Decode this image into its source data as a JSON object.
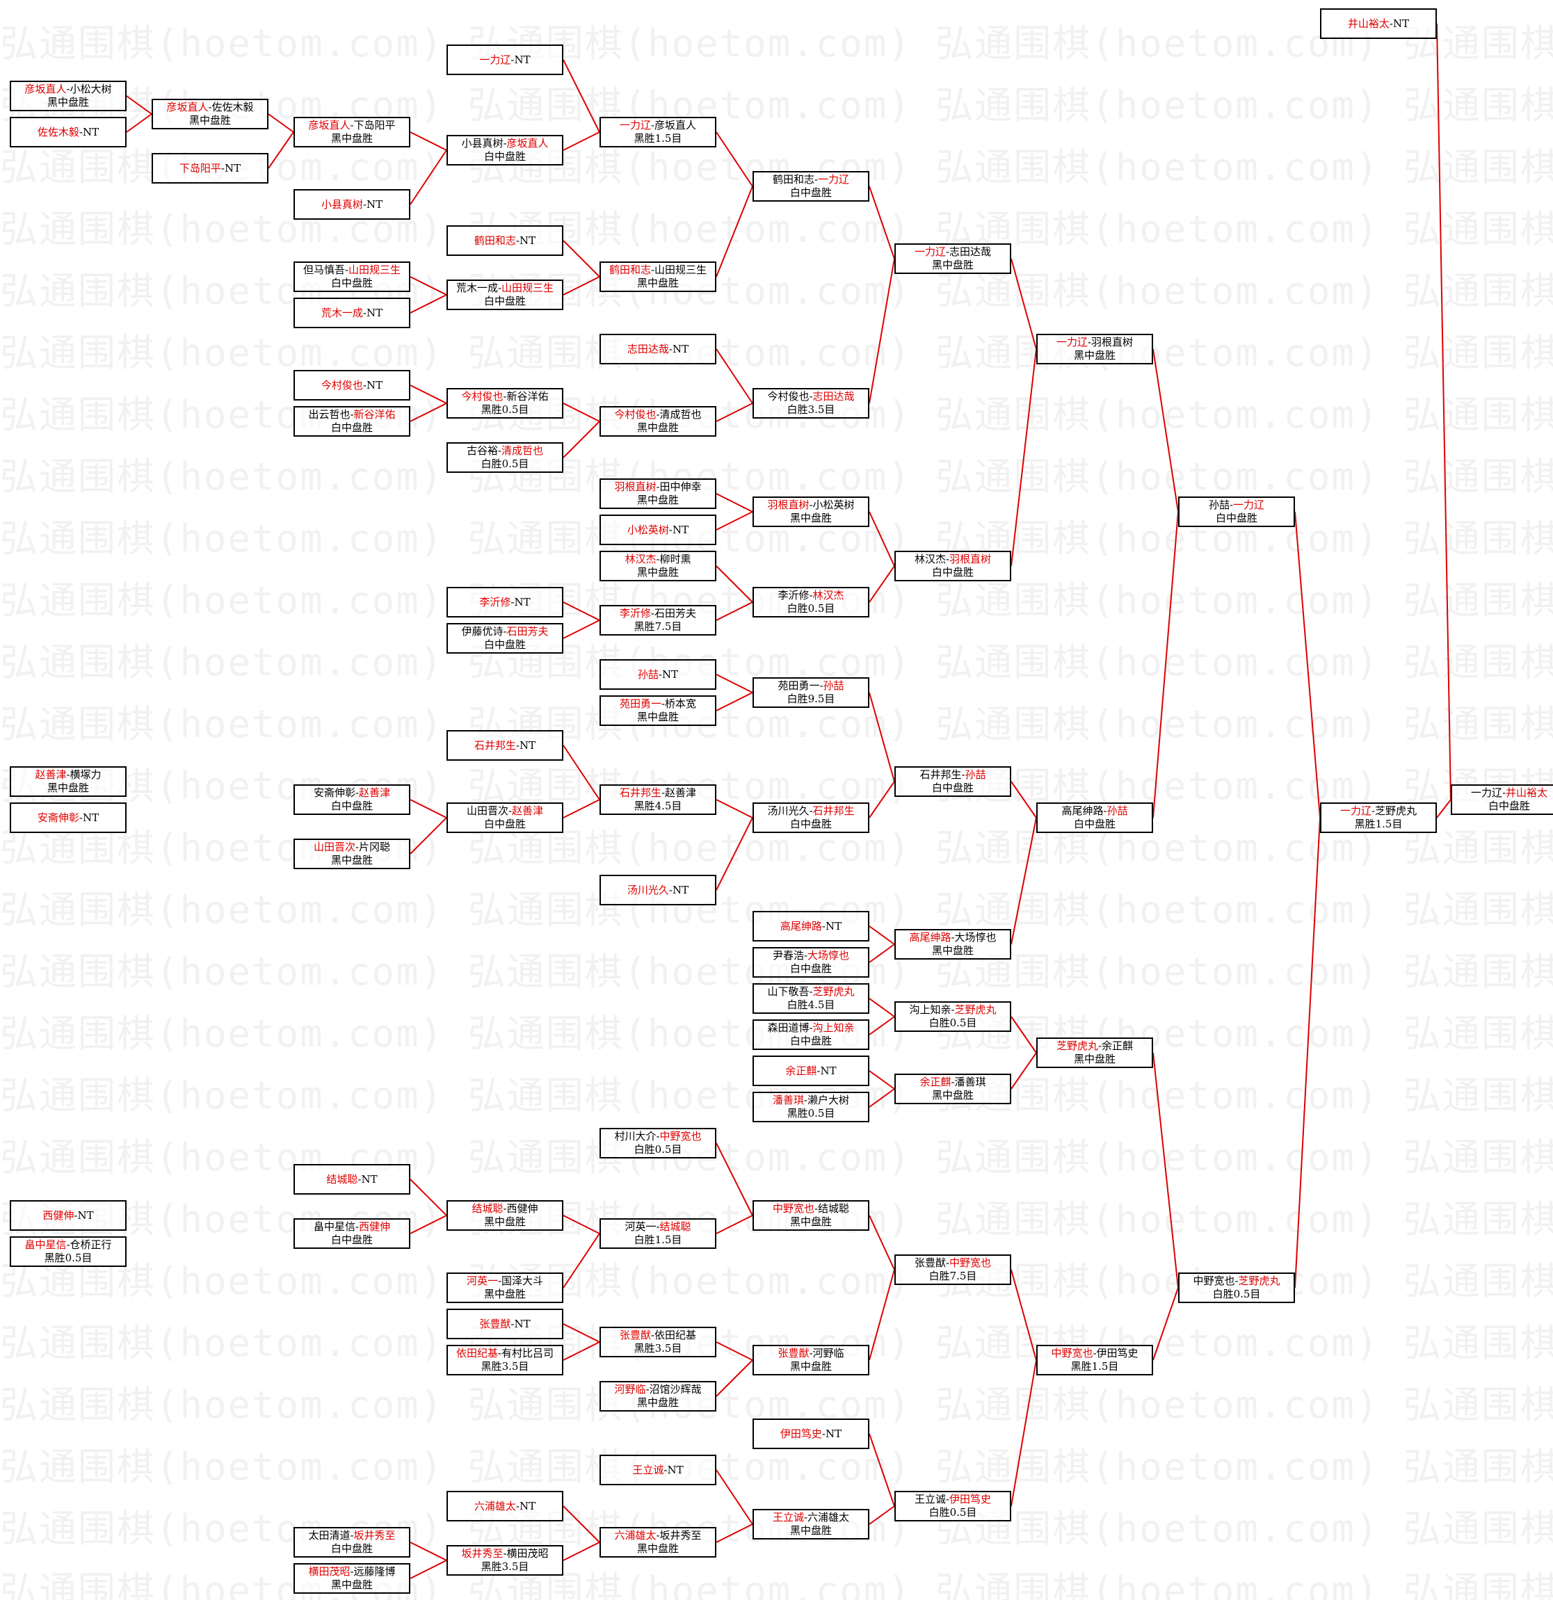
{
  "watermark": "弘通围棋(hoetom.com)",
  "colors": {
    "line": "#dd0000",
    "winner": "#e00000",
    "box_border": "#000000"
  },
  "matches": {
    "r1_1": {
      "a": "彦坂直人",
      "sep": "-",
      "b": "小松大树",
      "winner": "a",
      "result": "黑中盘胜"
    },
    "r1_2": {
      "a": "佐佐木毅",
      "sep": "-",
      "b": "NT",
      "winner": "a",
      "result": ""
    },
    "r1_3": {
      "a": "赵善津",
      "sep": "-",
      "b": "横塚力",
      "winner": "a",
      "result": "黑中盘胜"
    },
    "r1_4": {
      "a": "安斋伸彰",
      "sep": "-",
      "b": "NT",
      "winner": "a",
      "result": ""
    },
    "r1_5": {
      "a": "西健伸",
      "sep": "-",
      "b": "NT",
      "winner": "a",
      "result": ""
    },
    "r1_6": {
      "a": "畠中星信",
      "sep": "-",
      "b": "仓桥正行",
      "winner": "a",
      "result": "黑胜0.5目"
    },
    "r2_1": {
      "a": "彦坂直人",
      "sep": "-",
      "b": "佐佐木毅",
      "winner": "a",
      "result": "黑中盘胜"
    },
    "r2_2": {
      "a": "下岛阳平",
      "sep": "-",
      "b": "NT",
      "winner": "a",
      "result": ""
    },
    "r2_3": {
      "a": "赵善津",
      "sep": "-",
      "b": "横塚力",
      "winner": "a",
      "result": "黑中盘胜"
    },
    "r2_4": {
      "a": "安斋伸彰",
      "sep": "-",
      "b": "NT",
      "winner": "a",
      "result": ""
    },
    "r2_5": {
      "a": "西健伸",
      "sep": "-",
      "b": "NT",
      "winner": "a",
      "result": ""
    },
    "r2_6": {
      "a": "畠中星信",
      "sep": "-",
      "b": "仓桥正行",
      "winner": "a",
      "result": "黑胜0.5目"
    },
    "r3_1": {
      "a": "彦坂直人",
      "sep": "-",
      "b": "下岛阳平",
      "winner": "a",
      "result": "黑中盘胜"
    },
    "r3_2": {
      "a": "小县真树",
      "sep": "-",
      "b": "NT",
      "winner": "a",
      "result": ""
    },
    "r3_3": {
      "a": "但马慎吾",
      "sep": "-",
      "b": "山田规三生",
      "winner": "b",
      "result": "白中盘胜"
    },
    "r3_4": {
      "a": "荒木一成",
      "sep": "-",
      "b": "NT",
      "winner": "a",
      "result": ""
    },
    "r3_5": {
      "a": "今村俊也",
      "sep": "-",
      "b": "NT",
      "winner": "a",
      "result": ""
    },
    "r3_6": {
      "a": "出云哲也",
      "sep": "-",
      "b": "新谷洋佑",
      "winner": "b",
      "result": "白中盘胜"
    },
    "r3_7": {
      "a": "安斋伸彰",
      "sep": "-",
      "b": "赵善津",
      "winner": "b",
      "result": "白中盘胜"
    },
    "r3_8": {
      "a": "山田晋次",
      "sep": "-",
      "b": "片冈聪",
      "winner": "a",
      "result": "黑中盘胜"
    },
    "r3_9": {
      "a": "结城聪",
      "sep": "-",
      "b": "NT",
      "winner": "a",
      "result": ""
    },
    "r3_10": {
      "a": "畠中星信",
      "sep": "-",
      "b": "西健伸",
      "winner": "b",
      "result": "白中盘胜"
    },
    "r3_11": {
      "a": "太田清道",
      "sep": "-",
      "b": "坂井秀至",
      "winner": "b",
      "result": "白中盘胜"
    },
    "r3_12": {
      "a": "横田茂昭",
      "sep": "-",
      "b": "远藤隆博",
      "winner": "a",
      "result": "黑中盘胜"
    },
    "r4_1": {
      "a": "一力辽",
      "sep": "-",
      "b": "NT",
      "winner": "a",
      "result": ""
    },
    "r4_2": {
      "a": "小县真树",
      "sep": "-",
      "b": "彦坂直人",
      "winner": "b",
      "result": "白中盘胜"
    },
    "r4_3": {
      "a": "鹤田和志",
      "sep": "-",
      "b": "NT",
      "winner": "a",
      "result": ""
    },
    "r4_4": {
      "a": "荒木一成",
      "sep": "-",
      "b": "山田规三生",
      "winner": "b",
      "result": "白中盘胜"
    },
    "r4_5": {
      "a": "今村俊也",
      "sep": "-",
      "b": "新谷洋佑",
      "winner": "a",
      "result": "黑胜0.5目"
    },
    "r4_6": {
      "a": "古谷裕",
      "sep": "-",
      "b": "清成哲也",
      "winner": "b",
      "result": "白胜0.5目"
    },
    "r4_7": {
      "a": "李沂修",
      "sep": "-",
      "b": "NT",
      "winner": "a",
      "result": ""
    },
    "r4_8": {
      "a": "伊藤优诗",
      "sep": "-",
      "b": "石田芳夫",
      "winner": "b",
      "result": "白中盘胜"
    },
    "r4_9": {
      "a": "石井邦生",
      "sep": "-",
      "b": "NT",
      "winner": "a",
      "result": ""
    },
    "r4_10": {
      "a": "山田晋次",
      "sep": "-",
      "b": "赵善津",
      "winner": "b",
      "result": "白中盘胜"
    },
    "r4_11": {
      "a": "结城聪",
      "sep": "-",
      "b": "西健伸",
      "winner": "a",
      "result": "黑中盘胜"
    },
    "r4_12": {
      "a": "河英一",
      "sep": "-",
      "b": "国泽大斗",
      "winner": "a",
      "result": "黑中盘胜"
    },
    "r4_13": {
      "a": "张豊猷",
      "sep": "-",
      "b": "NT",
      "winner": "a",
      "result": ""
    },
    "r4_14": {
      "a": "依田纪基",
      "sep": "-",
      "b": "有村比吕司",
      "winner": "a",
      "result": "黑胜3.5目"
    },
    "r4_15": {
      "a": "六浦雄太",
      "sep": "-",
      "b": "NT",
      "winner": "a",
      "result": ""
    },
    "r4_16": {
      "a": "坂井秀至",
      "sep": "-",
      "b": "横田茂昭",
      "winner": "a",
      "result": "黑胜3.5目"
    },
    "r5_1": {
      "a": "一力辽",
      "sep": "-",
      "b": "彦坂直人",
      "winner": "a",
      "result": "黑胜1.5目"
    },
    "r5_2": {
      "a": "鹤田和志",
      "sep": "-",
      "b": "山田规三生",
      "winner": "a",
      "result": "黑中盘胜"
    },
    "r5_3": {
      "a": "志田达哉",
      "sep": "-",
      "b": "NT",
      "winner": "a",
      "result": ""
    },
    "r5_4": {
      "a": "今村俊也",
      "sep": "-",
      "b": "清成哲也",
      "winner": "a",
      "result": "黑中盘胜"
    },
    "r5_5": {
      "a": "羽根直树",
      "sep": "-",
      "b": "田中伸幸",
      "winner": "a",
      "result": "黑中盘胜"
    },
    "r5_6": {
      "a": "小松英树",
      "sep": "-",
      "b": "NT",
      "winner": "a",
      "result": ""
    },
    "r5_7": {
      "a": "林汉杰",
      "sep": "-",
      "b": "柳时熏",
      "winner": "a",
      "result": "黑中盘胜"
    },
    "r5_8": {
      "a": "李沂修",
      "sep": "-",
      "b": "石田芳夫",
      "winner": "a",
      "result": "黑胜7.5目"
    },
    "r5_9": {
      "a": "孙喆",
      "sep": "-",
      "b": "NT",
      "winner": "a",
      "result": ""
    },
    "r5_10": {
      "a": "苑田勇一",
      "sep": "-",
      "b": "桥本宽",
      "winner": "a",
      "result": "黑中盘胜"
    },
    "r5_11": {
      "a": "石井邦生",
      "sep": "-",
      "b": "赵善津",
      "winner": "a",
      "result": "黑胜4.5目"
    },
    "r5_12": {
      "a": "汤川光久",
      "sep": "-",
      "b": "NT",
      "winner": "a",
      "result": ""
    },
    "r5_13": {
      "a": "村川大介",
      "sep": "-",
      "b": "中野宽也",
      "winner": "b",
      "result": "白胜0.5目"
    },
    "r5_14": {
      "a": "河英一",
      "sep": "-",
      "b": "结城聪",
      "winner": "b",
      "result": "白胜1.5目"
    },
    "r5_15": {
      "a": "张豊猷",
      "sep": "-",
      "b": "依田纪基",
      "winner": "a",
      "result": "黑胜3.5目"
    },
    "r5_16": {
      "a": "河野临",
      "sep": "-",
      "b": "沼馆沙辉哉",
      "winner": "a",
      "result": "黑中盘胜"
    },
    "r5_17": {
      "a": "王立诚",
      "sep": "-",
      "b": "NT",
      "winner": "a",
      "result": ""
    },
    "r5_18": {
      "a": "六浦雄太",
      "sep": "-",
      "b": "坂井秀至",
      "winner": "a",
      "result": "黑中盘胜"
    },
    "r6_1": {
      "a": "鹤田和志",
      "sep": "-",
      "b": "一力辽",
      "winner": "b",
      "result": "白中盘胜"
    },
    "r6_2": {
      "a": "今村俊也",
      "sep": "-",
      "b": "志田达哉",
      "winner": "b",
      "result": "白胜3.5目"
    },
    "r6_3": {
      "a": "羽根直树",
      "sep": "-",
      "b": "小松英树",
      "winner": "a",
      "result": "黑中盘胜"
    },
    "r6_4": {
      "a": "李沂修",
      "sep": "-",
      "b": "林汉杰",
      "winner": "b",
      "result": "白胜0.5目"
    },
    "r6_5": {
      "a": "苑田勇一",
      "sep": "-",
      "b": "孙喆",
      "winner": "b",
      "result": "白胜9.5目"
    },
    "r6_6": {
      "a": "汤川光久",
      "sep": "-",
      "b": "石井邦生",
      "winner": "b",
      "result": "白中盘胜"
    },
    "r6_7": {
      "a": "高尾绅路",
      "sep": "-",
      "b": "NT",
      "winner": "a",
      "result": ""
    },
    "r6_8": {
      "a": "尹春浩",
      "sep": "-",
      "b": "大场惇也",
      "winner": "b",
      "result": "白中盘胜"
    },
    "r6_9": {
      "a": "山下敬吾",
      "sep": "-",
      "b": "芝野虎丸",
      "winner": "b",
      "result": "白胜4.5目"
    },
    "r6_10": {
      "a": "森田道博",
      "sep": "-",
      "b": "沟上知亲",
      "winner": "b",
      "result": "白中盘胜"
    },
    "r6_11": {
      "a": "余正麒",
      "sep": "-",
      "b": "NT",
      "winner": "a",
      "result": ""
    },
    "r6_12": {
      "a": "潘善琪",
      "sep": "-",
      "b": "濑户大树",
      "winner": "a",
      "result": "黑胜0.5目"
    },
    "r6_13": {
      "a": "中野宽也",
      "sep": "-",
      "b": "结城聪",
      "winner": "a",
      "result": "黑中盘胜"
    },
    "r6_14": {
      "a": "张豊猷",
      "sep": "-",
      "b": "河野临",
      "winner": "a",
      "result": "黑中盘胜"
    },
    "r6_15": {
      "a": "伊田笃史",
      "sep": "-",
      "b": "NT",
      "winner": "a",
      "result": ""
    },
    "r6_16": {
      "a": "王立诚",
      "sep": "-",
      "b": "六浦雄太",
      "winner": "a",
      "result": "黑中盘胜"
    },
    "r7_1": {
      "a": "一力辽",
      "sep": "-",
      "b": "志田达哉",
      "winner": "a",
      "result": "黑中盘胜"
    },
    "r7_2": {
      "a": "林汉杰",
      "sep": "-",
      "b": "羽根直树",
      "winner": "b",
      "result": "白中盘胜"
    },
    "r7_3": {
      "a": "石井邦生",
      "sep": "-",
      "b": "孙喆",
      "winner": "b",
      "result": "白中盘胜"
    },
    "r7_4": {
      "a": "高尾绅路",
      "sep": "-",
      "b": "大场惇也",
      "winner": "a",
      "result": "黑中盘胜"
    },
    "r7_5": {
      "a": "沟上知亲",
      "sep": "-",
      "b": "芝野虎丸",
      "winner": "b",
      "result": "白胜0.5目"
    },
    "r7_6": {
      "a": "余正麒",
      "sep": "-",
      "b": "潘善琪",
      "winner": "a",
      "result": "黑中盘胜"
    },
    "r7_7": {
      "a": "张豊猷",
      "sep": "-",
      "b": "中野宽也",
      "winner": "b",
      "result": "白胜7.5目"
    },
    "r7_8": {
      "a": "王立诚",
      "sep": "-",
      "b": "伊田笃史",
      "winner": "b",
      "result": "白胜0.5目"
    },
    "r8_1": {
      "a": "一力辽",
      "sep": "-",
      "b": "羽根直树",
      "winner": "a",
      "result": "黑中盘胜"
    },
    "r8_2": {
      "a": "高尾绅路",
      "sep": "-",
      "b": "孙喆",
      "winner": "b",
      "result": "白中盘胜"
    },
    "r8_3": {
      "a": "芝野虎丸",
      "sep": "-",
      "b": "余正麒",
      "winner": "a",
      "result": "黑中盘胜"
    },
    "r8_4": {
      "a": "中野宽也",
      "sep": "-",
      "b": "伊田笃史",
      "winner": "a",
      "result": "黑胜1.5目"
    },
    "r9_1": {
      "a": "孙喆",
      "sep": "-",
      "b": "一力辽",
      "winner": "b",
      "result": "白中盘胜"
    },
    "r9_2": {
      "a": "中野宽也",
      "sep": "-",
      "b": "芝野虎丸",
      "winner": "b",
      "result": "白胜0.5目"
    },
    "r10_1": {
      "a": "井山裕太",
      "sep": "-",
      "b": "NT",
      "winner": "a",
      "result": ""
    },
    "r10_2": {
      "a": "一力辽",
      "sep": "-",
      "b": "芝野虎丸",
      "winner": "a",
      "result": "黑胜1.5目"
    },
    "final": {
      "a": "一力辽",
      "sep": "-",
      "b": "井山裕太",
      "winner": "b",
      "result": "白中盘胜"
    }
  }
}
